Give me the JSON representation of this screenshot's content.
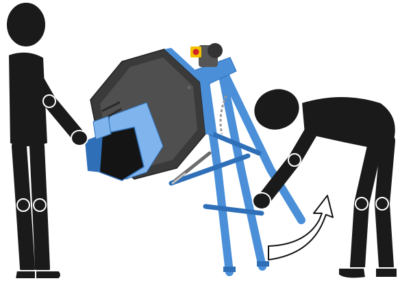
{
  "colors": {
    "figure": "#1a1a1a",
    "figure_outline": "#ffffff",
    "frame_blue": "#4a8fd8",
    "frame_blue_dark": "#2e6fb8",
    "frame_blue_light": "#7fb4ec",
    "drum_dark": "#3a3a3a",
    "drum_mid": "#4f4f4f",
    "panel_dark": "#141414",
    "motor_yellow": "#f2c200",
    "motor_red": "#d0202a",
    "chain": "#9a9a9a",
    "arrow_fill": "#ffffff",
    "arrow_stroke": "#111111",
    "background": "#ffffff"
  },
  "figures": [
    {
      "role": "person-holding-machine",
      "icon": "standing-person-icon"
    },
    {
      "role": "person-lifting-frame",
      "icon": "bending-person-icon"
    }
  ],
  "machine": {
    "icon": "tilting-drum-machine-icon"
  },
  "arrow": {
    "icon": "curved-lift-arrow-icon",
    "meaning": "tilt-direction"
  }
}
